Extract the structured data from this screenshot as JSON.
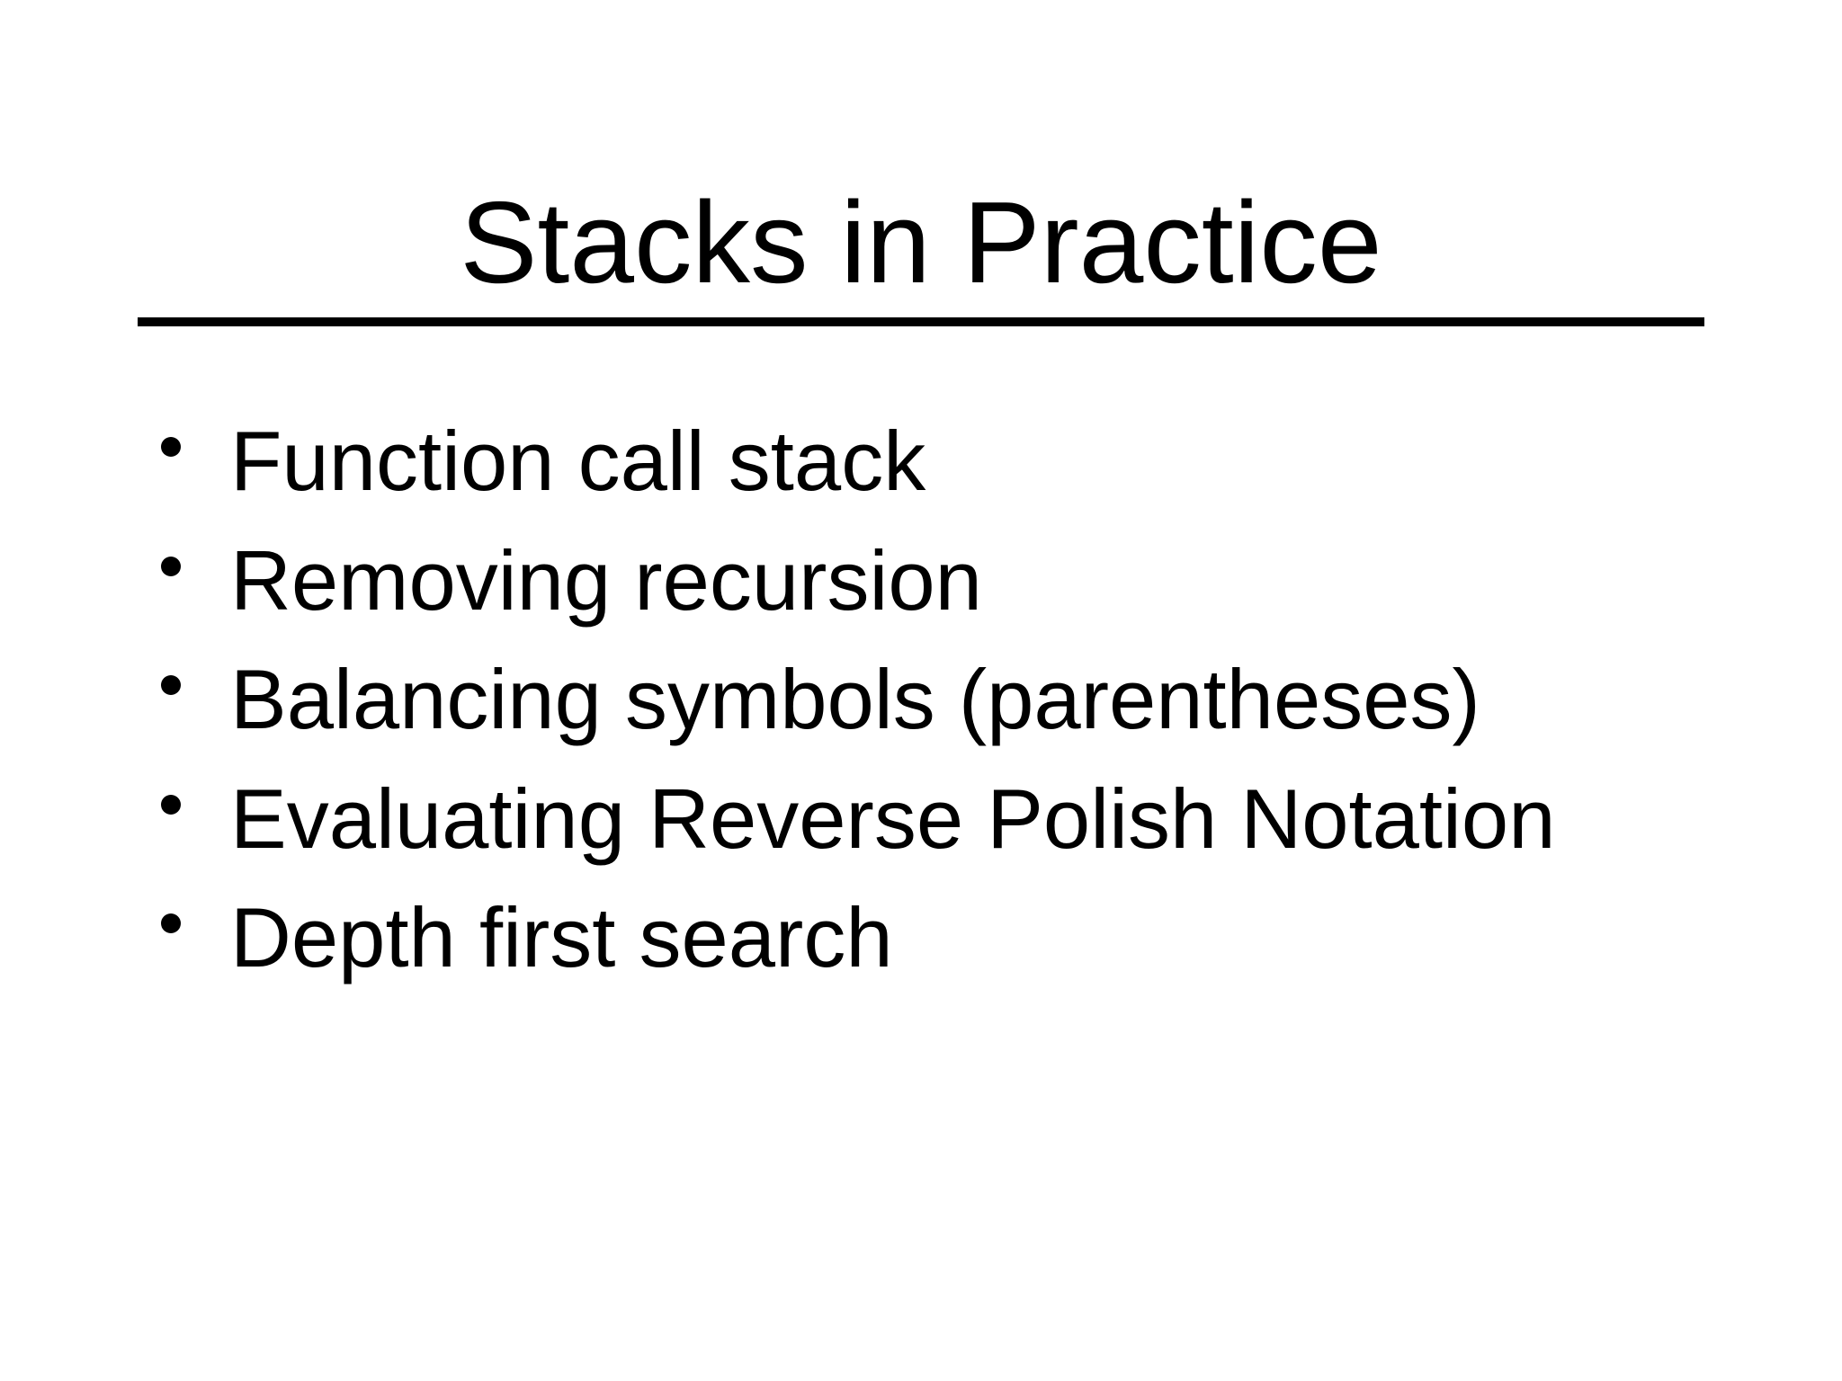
{
  "slide": {
    "title": "Stacks in Practice",
    "bullets": [
      "Function call stack",
      "Removing recursion",
      "Balancing symbols (parentheses)",
      "Evaluating Reverse Polish Notation",
      "Depth first search"
    ]
  },
  "colors": {
    "background": "#ffffff",
    "text": "#000000",
    "divider": "#000000"
  }
}
